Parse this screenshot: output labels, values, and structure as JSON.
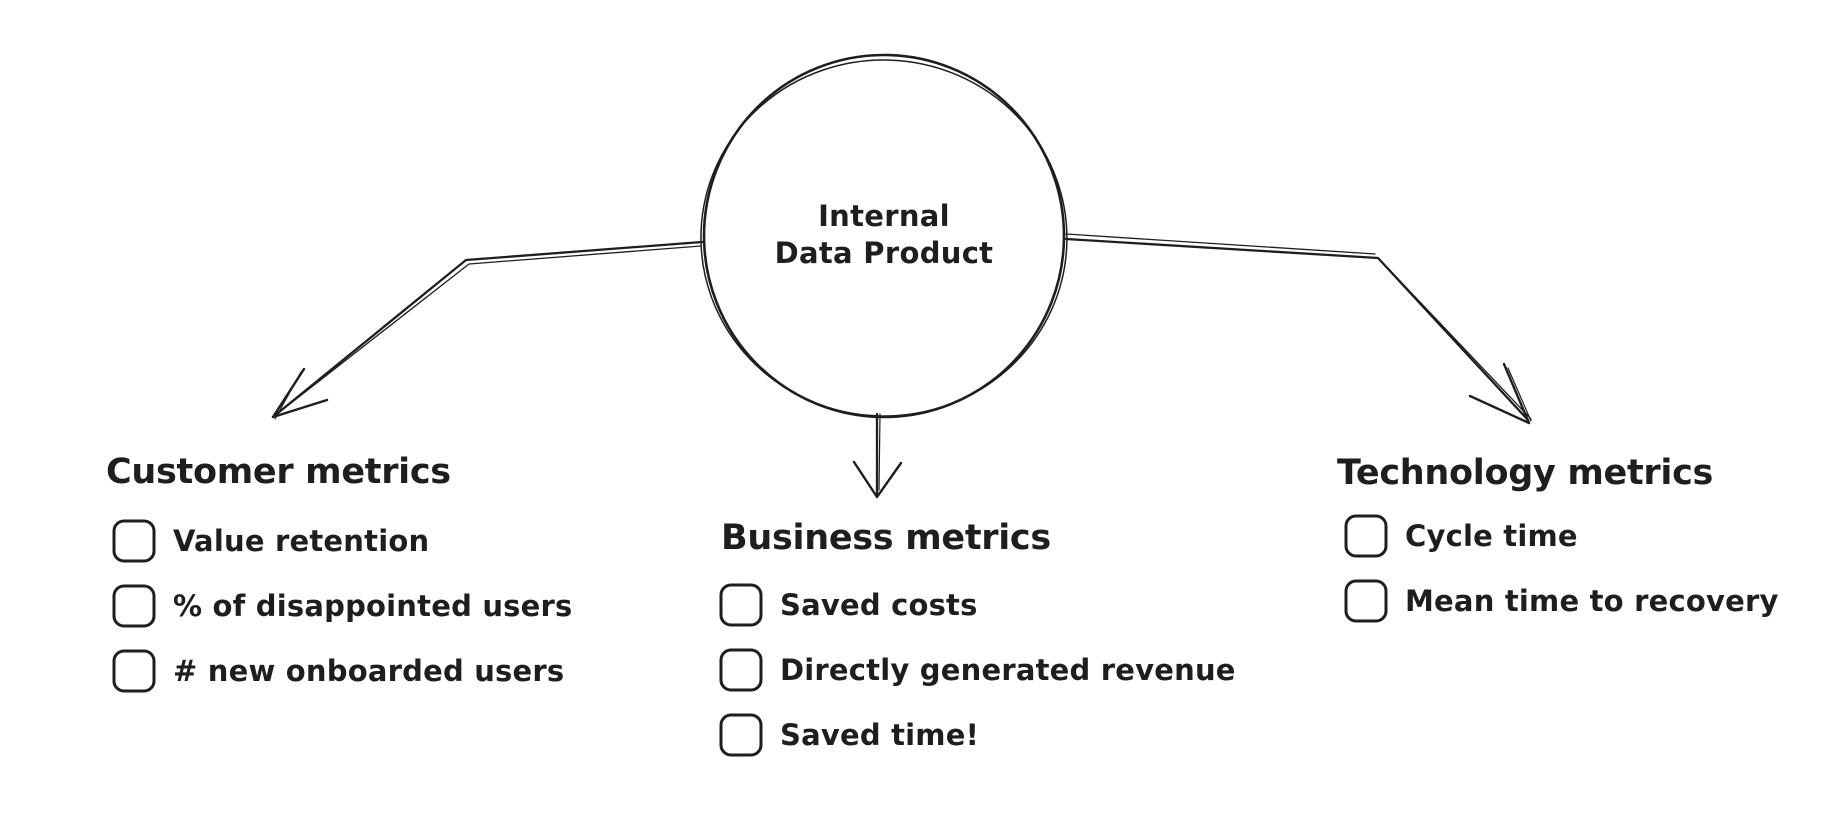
{
  "node": {
    "line1": "Internal",
    "line2": "Data Product"
  },
  "groups": [
    {
      "title": "Customer metrics",
      "items": [
        "Value retention",
        "% of disappointed users",
        "# new onboarded users"
      ]
    },
    {
      "title": "Business metrics",
      "items": [
        "Saved costs",
        "Directly generated revenue",
        "Saved time!"
      ]
    },
    {
      "title": "Technology metrics",
      "items": [
        "Cycle time",
        "Mean time to recovery"
      ]
    }
  ],
  "connections": [
    {
      "from": "Internal Data Product",
      "to": "Customer metrics"
    },
    {
      "from": "Internal Data Product",
      "to": "Business metrics"
    },
    {
      "from": "Internal Data Product",
      "to": "Technology metrics"
    }
  ],
  "colors": {
    "ink": "#1e1e1e",
    "blue_hatch": "#a7c9f0",
    "green_hatch": "#b2e2b2",
    "bg": "#ffffff"
  }
}
